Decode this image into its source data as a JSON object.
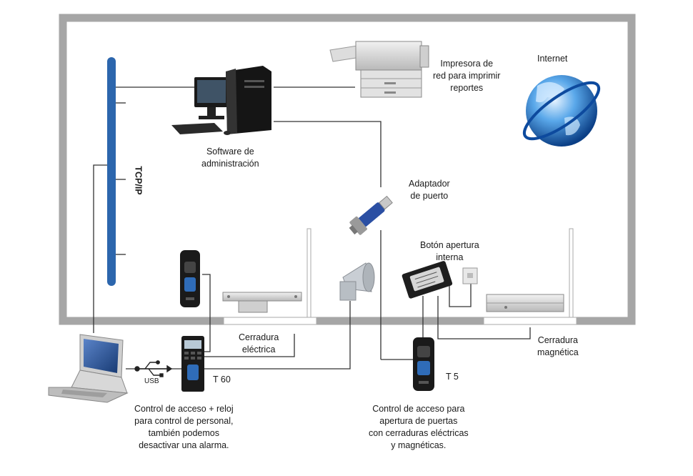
{
  "labels": {
    "internet": "Internet",
    "printer": [
      "Impresora de",
      "red para imprimir",
      "reportes"
    ],
    "software": [
      "Software de",
      "administración"
    ],
    "adapter": [
      "Adaptador",
      "de puerto"
    ],
    "network": "TCP/IP",
    "exit_button": [
      "Botón apertura",
      "interna"
    ],
    "electric_lock": [
      "Cerradura",
      "eléctrica"
    ],
    "magnetic_lock": [
      "Cerradura",
      "magnética"
    ],
    "usb": "USB",
    "t60": "T 60",
    "t5": "T 5",
    "t60_desc": [
      "Control de acceso + reloj",
      "para control de personal,",
      "también podemos",
      "desactivar una alarma."
    ],
    "t5_desc": [
      "Control de acceso para",
      "apertura de puertas",
      "con cerraduras eléctricas",
      "y magnéticas."
    ]
  },
  "colors": {
    "wall": "#a6a6a6",
    "network_bar": "#2c66ad",
    "lines": "#333333",
    "globe": "#1e6fc2"
  },
  "icons": [
    "tower-pc-icon",
    "printer-icon",
    "globe-icon",
    "usb-serial-adapter-icon",
    "fingerprint-reader-icon",
    "siren-icon",
    "electric-lock-icon",
    "magnetic-lock-icon",
    "exit-button-icon",
    "controller-box-icon",
    "laptop-icon",
    "usb-icon"
  ]
}
